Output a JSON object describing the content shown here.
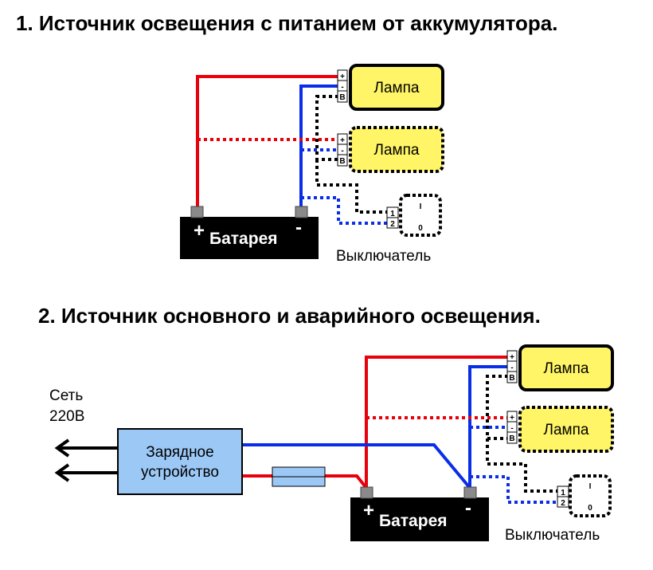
{
  "titles": {
    "section1": "1. Источник освещения с питанием от аккумулятора.",
    "section2": "2. Источник основного и аварийного освещения."
  },
  "labels": {
    "lamp": "Лампа",
    "battery": "Батарея",
    "plus": "+",
    "minus": "-",
    "switch": "Выключатель",
    "terminal_plus": "+",
    "terminal_minus": "-",
    "terminal_b": "B",
    "switch_pin_1": "1",
    "switch_pin_2": "2",
    "switch_on": "I",
    "switch_off": "0",
    "mains_line1": "Сеть",
    "mains_line2": "220В",
    "charger_line1": "Зарядное",
    "charger_line2": "устройство"
  },
  "colors": {
    "positive_wire": "#e8000b",
    "negative_wire": "#0a2ee8",
    "switched_wire": "#000000",
    "lamp_fill": "#fff566",
    "charger_fill": "#9cc8f5",
    "fuse_fill": "#9cc8f5",
    "battery_fill": "#000000",
    "battery_terminal": "#8a8a8a"
  }
}
